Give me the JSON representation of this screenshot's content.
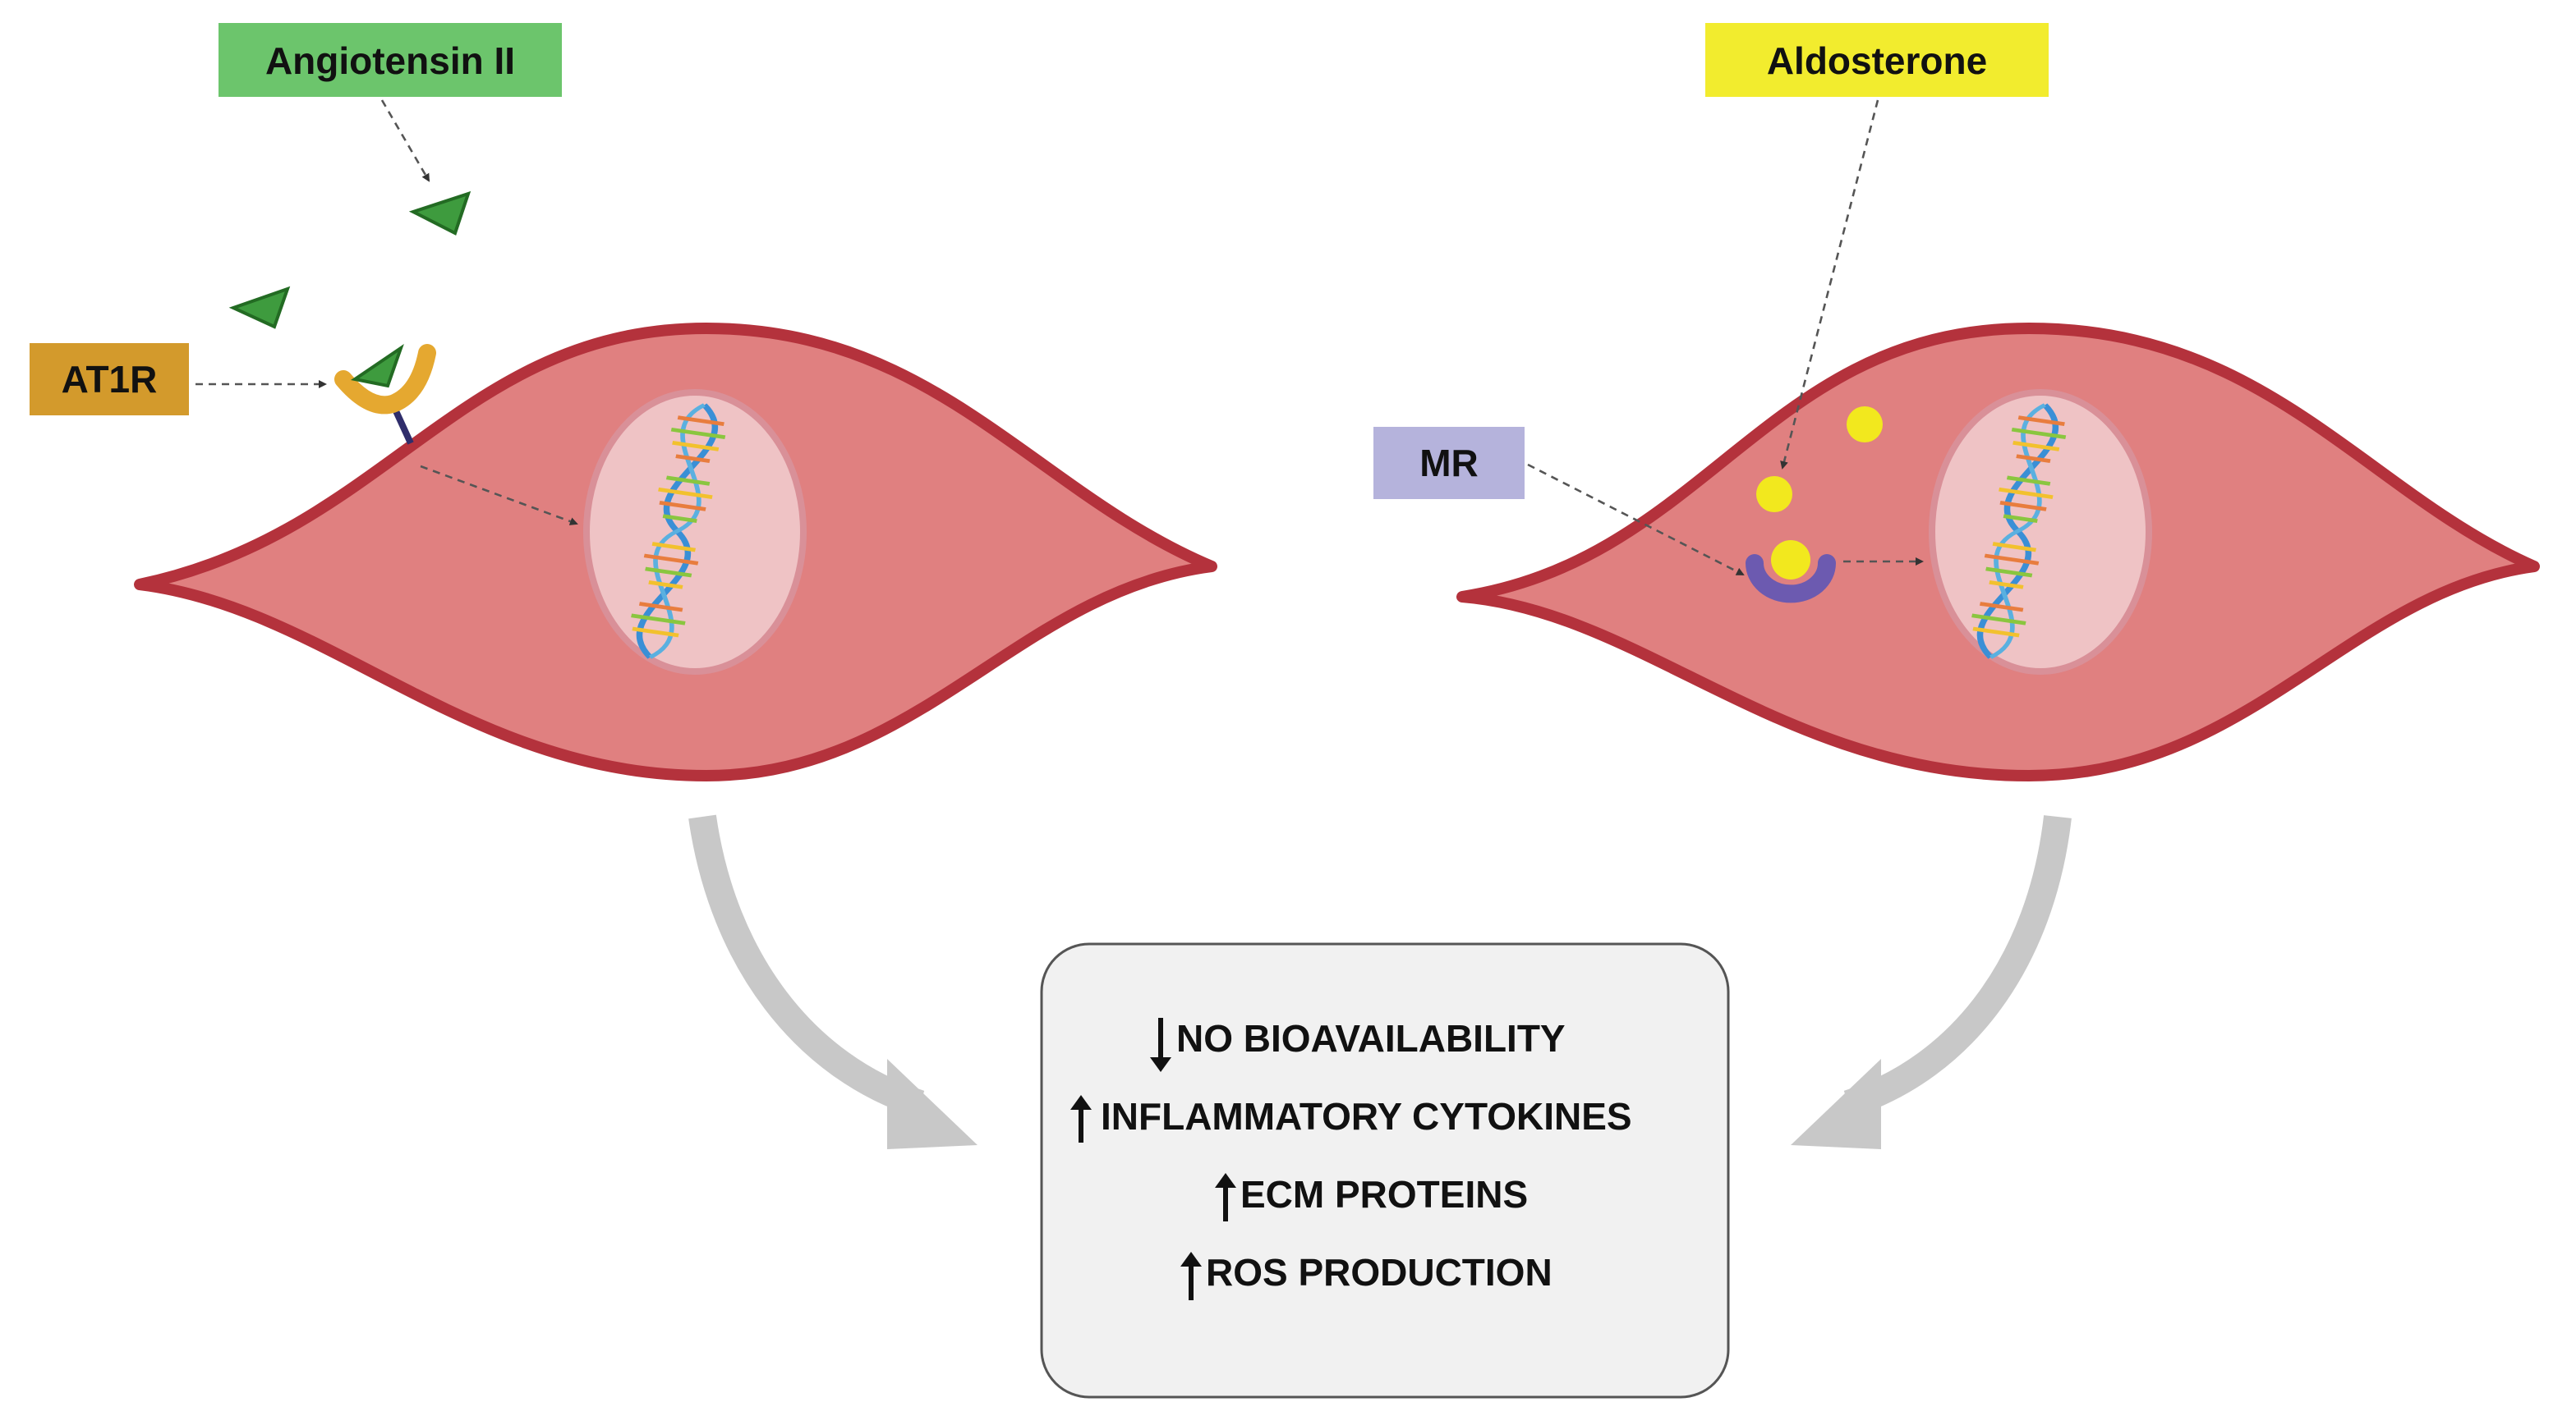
{
  "labels": {
    "angiotensin": "Angiotensin II",
    "aldosterone": "Aldosterone",
    "at1r": "AT1R",
    "mr": "MR"
  },
  "outcomes": [
    {
      "direction": "down",
      "text": "NO BIOAVAILABILITY"
    },
    {
      "direction": "up",
      "text": "INFLAMMATORY CYTOKINES"
    },
    {
      "direction": "up",
      "text": "ECM PROTEINS"
    },
    {
      "direction": "up",
      "text": "ROS PRODUCTION"
    }
  ],
  "colors": {
    "angiotensin_box": "#6cc56c",
    "aldosterone_box": "#f2ec2e",
    "at1r_box": "#d39a2c",
    "mr_box": "#b5b3dc",
    "cell_fill": "#e08080",
    "cell_stroke": "#b4323c",
    "nucleus_fill": "#efc3c5",
    "ligand_green": "#3e9b3e",
    "aldosterone_dot": "#f2e81e",
    "receptor_mr": "#6c5ab0",
    "curved_arrow": "#c8c8c8",
    "outcome_box": "#f1f1f1"
  },
  "icons": [
    "angiotensin-ligand-icon",
    "at1r-receptor-icon",
    "dna-helix-icon",
    "aldosterone-molecule-icon",
    "mr-receptor-icon",
    "up-arrow-icon",
    "down-arrow-icon"
  ]
}
